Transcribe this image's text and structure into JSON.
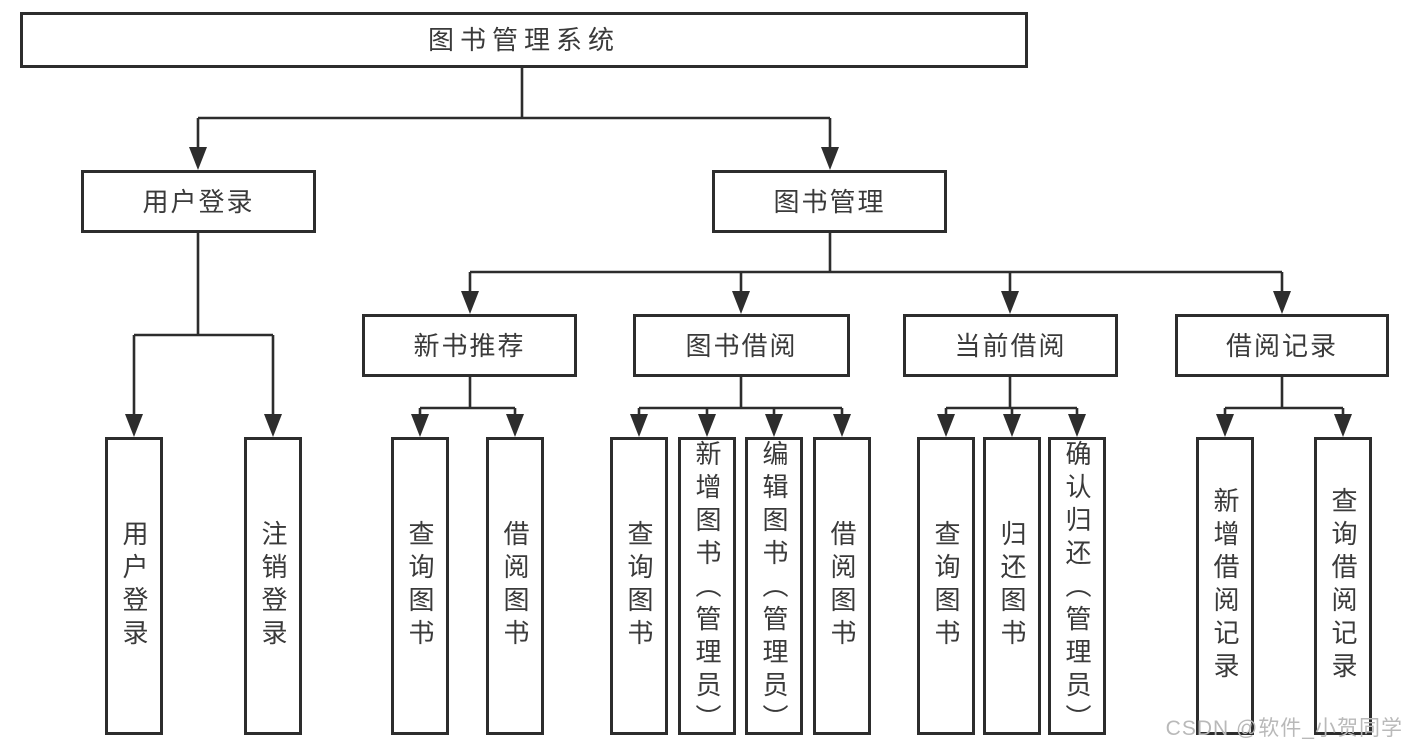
{
  "diagram": {
    "root": {
      "label": "图书管理系统"
    },
    "branches": [
      {
        "label": "用户登录",
        "leaves": [
          {
            "label": "用户登录"
          },
          {
            "label": "注销登录"
          }
        ]
      },
      {
        "label": "图书管理",
        "sections": [
          {
            "label": "新书推荐",
            "leaves": [
              {
                "label": "查询图书"
              },
              {
                "label": "借阅图书"
              }
            ]
          },
          {
            "label": "图书借阅",
            "leaves": [
              {
                "label": "查询图书"
              },
              {
                "label": "新增图书（管理员）"
              },
              {
                "label": "编辑图书（管理员）"
              },
              {
                "label": "借阅图书"
              }
            ]
          },
          {
            "label": "当前借阅",
            "leaves": [
              {
                "label": "查询图书"
              },
              {
                "label": "归还图书"
              },
              {
                "label": "确认归还（管理员）"
              }
            ]
          },
          {
            "label": "借阅记录",
            "leaves": [
              {
                "label": "新增借阅记录"
              },
              {
                "label": "查询借阅记录"
              }
            ]
          }
        ]
      }
    ]
  },
  "watermark": {
    "text": "CSDN @软件_小贺同学"
  },
  "colors": {
    "line": "#2d2d2d",
    "box_border": "#2d2d2d",
    "text": "#3a3a3a",
    "watermark": "#b9b9b9",
    "background": "#ffffff"
  }
}
